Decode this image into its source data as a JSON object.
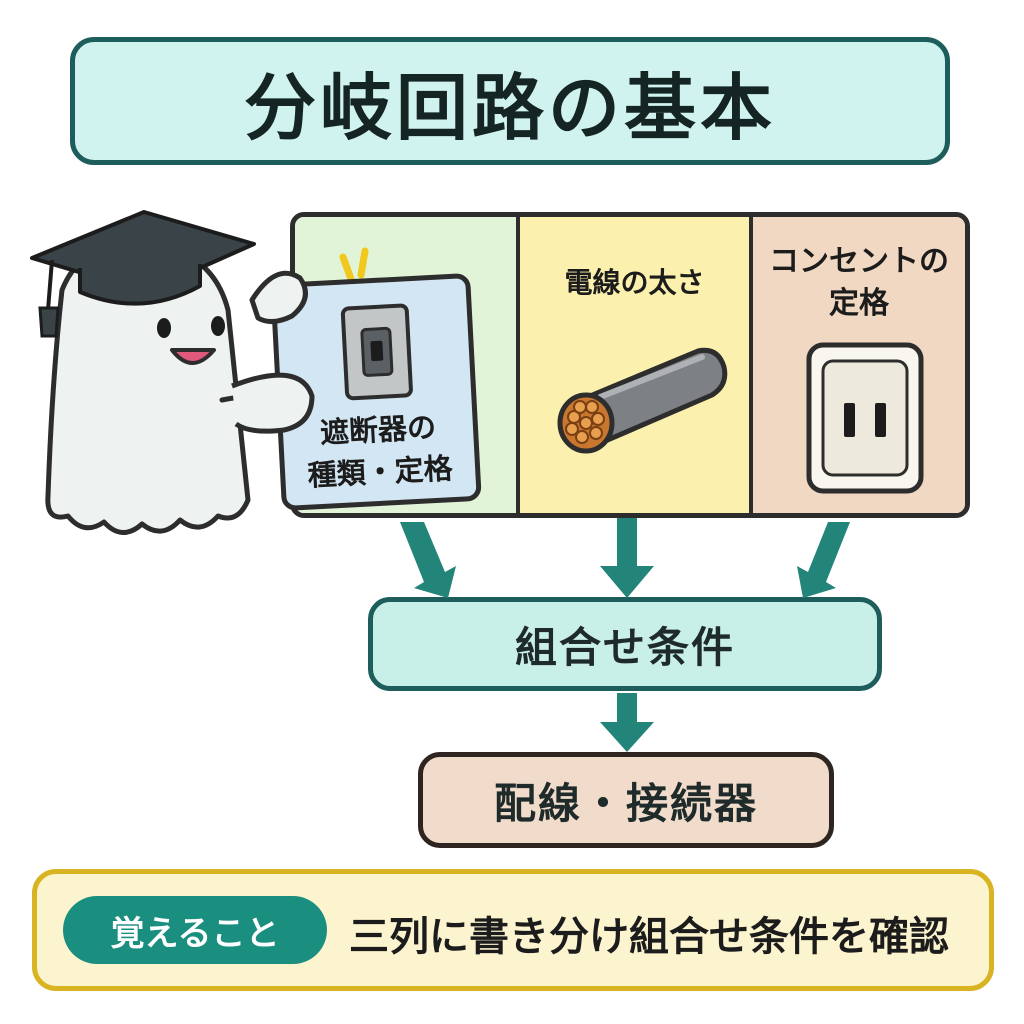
{
  "title": "分岐回路の基本",
  "columns": [
    {
      "label": "遮断器の種類・定格",
      "line1": "遮断器の",
      "line2": "種類・定格"
    },
    {
      "label": "電線の太さ"
    },
    {
      "label_line1": "コンセントの",
      "label_line2": "定格"
    }
  ],
  "combination": "組合せ条件",
  "result": "配線・接続器",
  "memo": {
    "badge": "覚えること",
    "text": "三列に書き分け組合せ条件を確認"
  },
  "colors": {
    "accent_teal": "#1a8e7f",
    "title_bg": "#d1f3ef",
    "col1_bg": "#e2f4d8",
    "col2_bg": "#fbf0ad",
    "col3_bg": "#f1d8c2",
    "memo_border": "#d8b322"
  },
  "icons": [
    "graduation-cap-icon",
    "ghost-mascot",
    "breaker-switch-icon",
    "wire-cable-icon",
    "outlet-icon",
    "sparkle-icon",
    "arrow-down-icon"
  ]
}
